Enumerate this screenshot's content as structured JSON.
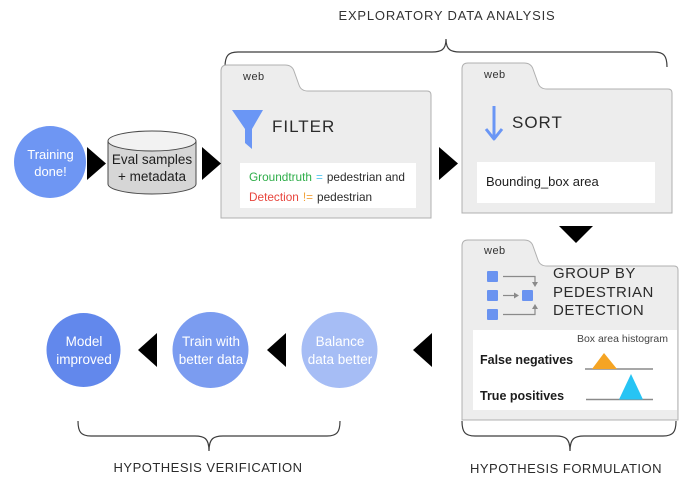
{
  "title": "EXPLORATORY DATA ANALYSIS",
  "flow": {
    "training_circle": {
      "label": "Training\ndone!",
      "color": "#6e96f3"
    },
    "database": {
      "label": "Eval samples\n+ metadata",
      "icon": "database-cylinder-icon"
    },
    "filter_folder": {
      "tab_label": "web",
      "title": "FILTER",
      "icon": "funnel-icon",
      "query": {
        "line1_field": "Groundtruth",
        "line1_operator": "=",
        "line1_value": "pedestrian and",
        "line2_field": "Detection",
        "line2_operator": "!=",
        "line2_value": "pedestrian"
      }
    },
    "sort_folder": {
      "tab_label": "web",
      "title": "SORT",
      "icon": "arrow-down-icon",
      "field": "Bounding_box area"
    },
    "groupby_folder": {
      "tab_label": "web",
      "title": "GROUP BY\nPEDESTRIAN\nDETECTION",
      "icon": "group-by-icon",
      "histogram": {
        "title": "Box area histogram",
        "rows": [
          {
            "label": "False negatives",
            "shape": "orange-triangle",
            "color": "#f5a423"
          },
          {
            "label": "True positives",
            "shape": "cyan-triangle",
            "color": "#27c4f4"
          }
        ]
      }
    },
    "verification_circles": [
      {
        "label": "Model\nimproved",
        "color": "#6288ec"
      },
      {
        "label": "Train with\nbetter data",
        "color": "#7b9cf0"
      },
      {
        "label": "Balance\ndata better",
        "color": "#a6bdf5"
      }
    ]
  },
  "sections": {
    "verification_label": "HYPOTHESIS VERIFICATION",
    "formulation_label": "HYPOTHESIS FORMULATION"
  },
  "colors": {
    "accent_blue": "#6a96f5",
    "folder_fill": "#ededed",
    "folder_border": "#b0b0b0",
    "arrow_black": "#000000",
    "code_green": "#2fae4a",
    "code_cyan": "#56c8f0",
    "code_red": "#e8463e",
    "code_orange": "#f2a33c",
    "hist_orange": "#f5a423",
    "hist_cyan": "#27c4f4"
  }
}
